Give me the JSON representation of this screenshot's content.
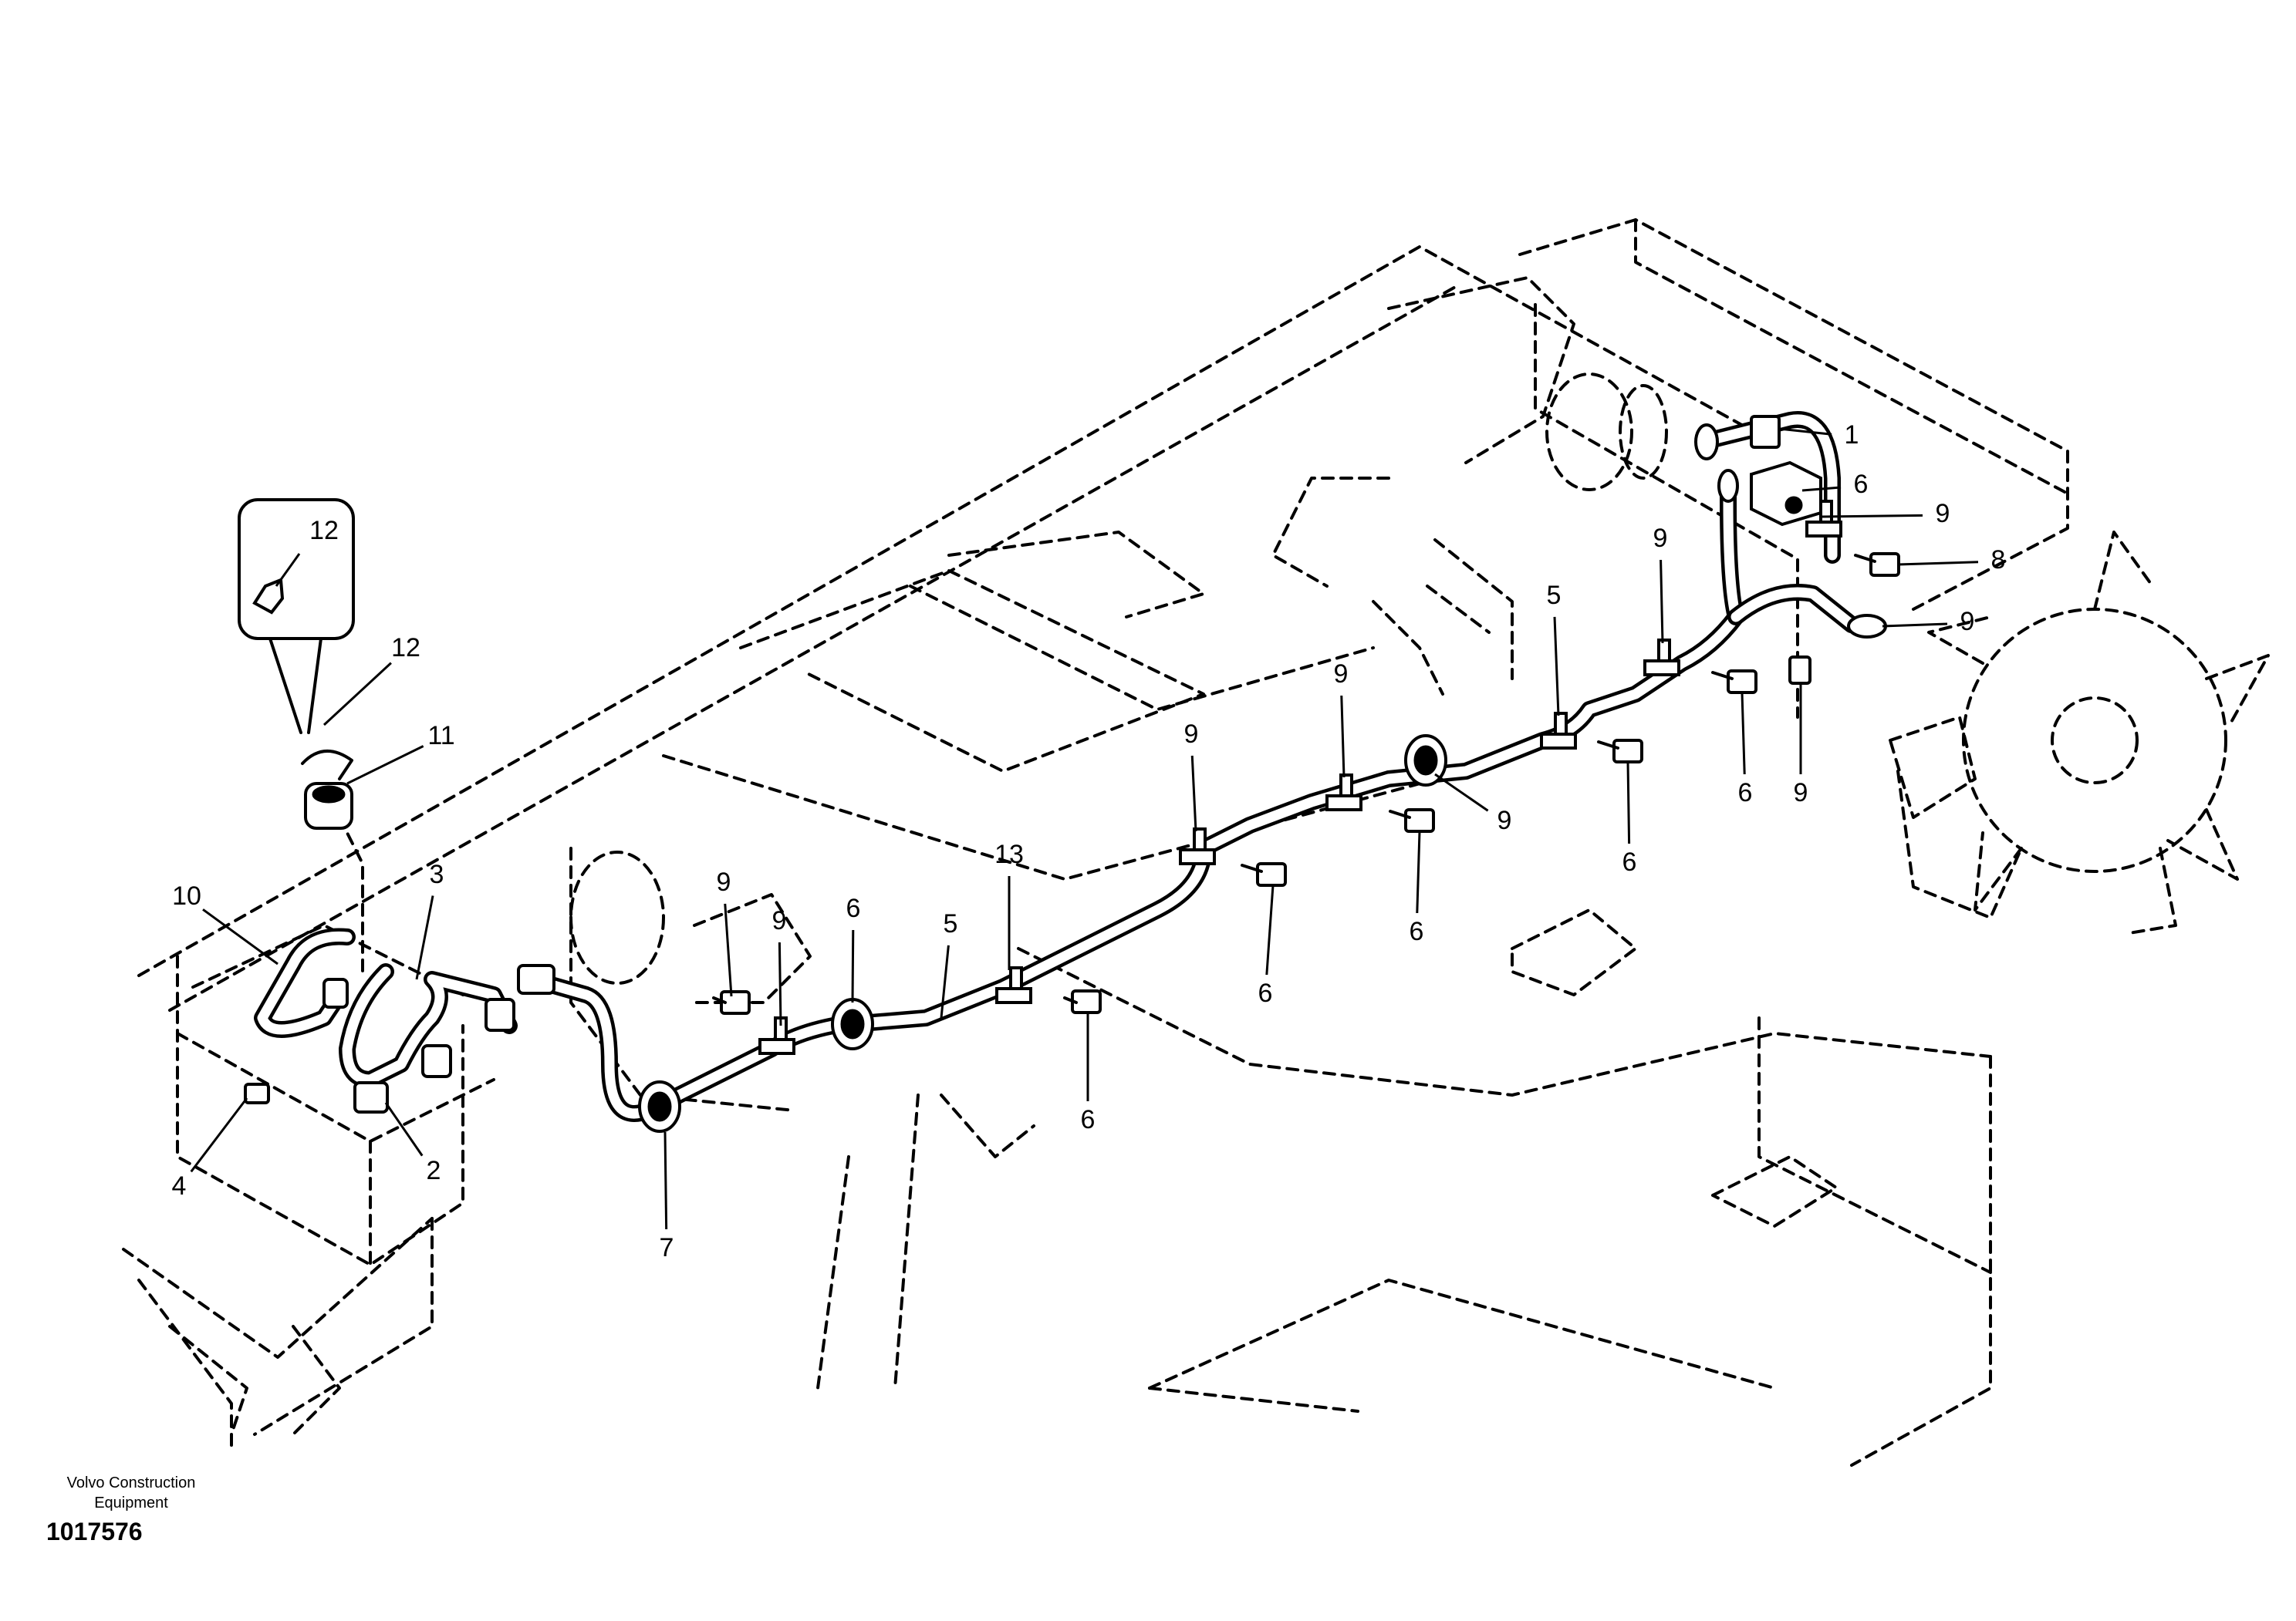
{
  "footer": {
    "maker_line1": "Volvo Construction",
    "maker_line2": "Equipment",
    "doc_number": "1017576"
  },
  "callouts": [
    "12",
    "11",
    "10",
    "3",
    "2",
    "4",
    "9",
    "9",
    "6",
    "5",
    "7",
    "13",
    "6",
    "9",
    "6",
    "9",
    "6",
    "9",
    "5",
    "6",
    "9",
    "6",
    "9",
    "9",
    "1",
    "9",
    "6",
    "8",
    "9"
  ],
  "inset_callout": "12"
}
